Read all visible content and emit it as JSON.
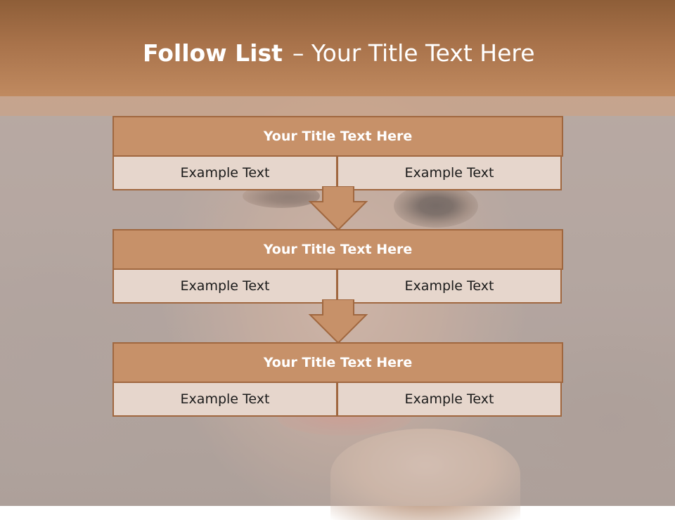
{
  "header": {
    "title_bold": "Follow List",
    "title_rest": "– Your Title Text Here"
  },
  "steps": [
    {
      "title": "Your Title Text Here",
      "left": "Example Text",
      "right": "Example Text"
    },
    {
      "title": "Your Title Text Here",
      "left": "Example Text",
      "right": "Example Text"
    },
    {
      "title": "Your Title Text Here",
      "left": "Example Text",
      "right": "Example Text"
    }
  ],
  "colors": {
    "header": "#a8724a",
    "box_title": "#c79169",
    "box_cell": "#e6d6cc",
    "border": "#a0673f",
    "arrow": "#c79169"
  }
}
